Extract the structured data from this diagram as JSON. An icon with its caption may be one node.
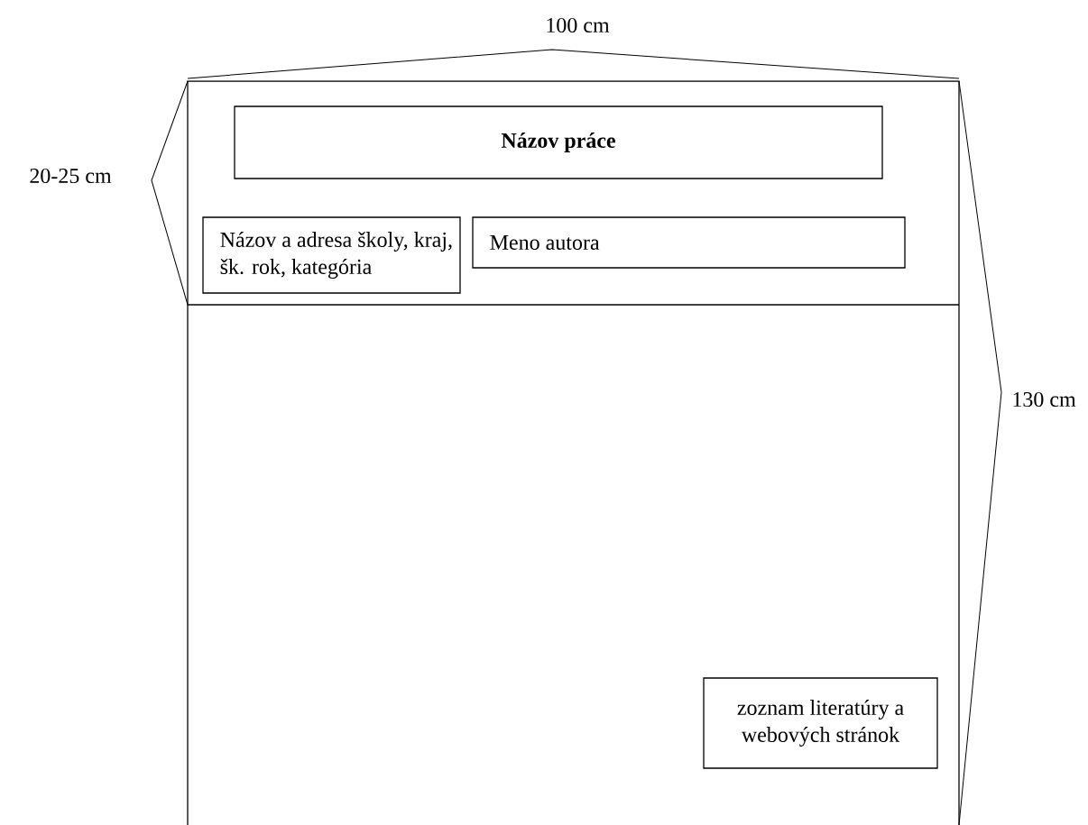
{
  "diagram": {
    "nodes": [
      {
        "text": [],
        "shape": "box"
      },
      {
        "text": [
          "Názov práce"
        ],
        "in": 0
      },
      {
        "text": [
          "Názov a adresa školy, kraj, šk. rok, kategória"
        ],
        "in": 0
      },
      {
        "text": [
          "Meno autora"
        ],
        "in": 0
      },
      {
        "text": [
          "zoznam literatúry a webových stránok"
        ],
        "in": 0
      }
    ],
    "labels": [
      "100 cm",
      "20-25 cm",
      "130 cm"
    ]
  }
}
